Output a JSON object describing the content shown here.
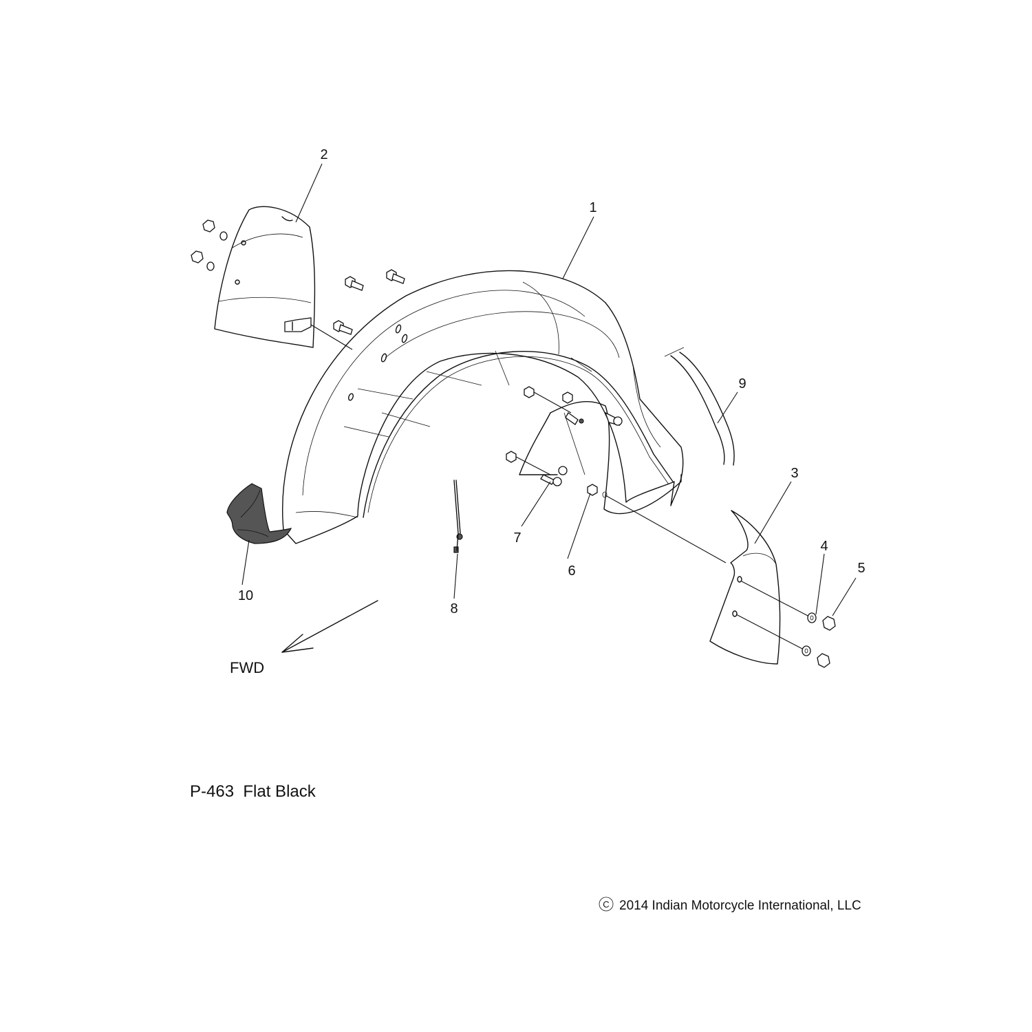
{
  "callouts": {
    "c1": "1",
    "c2": "2",
    "c3": "3",
    "c4": "4",
    "c5": "5",
    "c6": "6",
    "c7": "7",
    "c8": "8",
    "c9": "9",
    "c10": "10"
  },
  "direction_label": "FWD",
  "paint_note": "P-463  Flat Black",
  "copyright": {
    "symbol": "©",
    "text": "2014 Indian Motorcycle International, LLC"
  }
}
